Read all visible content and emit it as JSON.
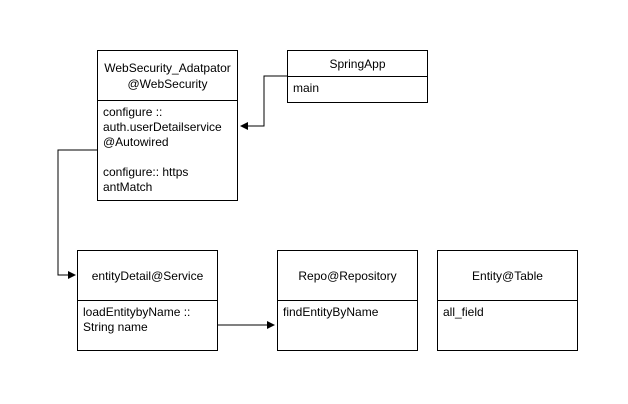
{
  "classes": {
    "websecurity": {
      "title": [
        "WebSecurity_Adatpator",
        "@WebSecurity"
      ],
      "body_block1": [
        "configure ::",
        "auth.userDetailservice",
        "@Autowired"
      ],
      "body_block2": [
        "configure:: https",
        "antMatch"
      ]
    },
    "springapp": {
      "title": [
        "SpringApp"
      ],
      "body": [
        "main"
      ]
    },
    "entitydetail": {
      "title": [
        "entityDetail@Service"
      ],
      "body": [
        "loadEntitybyName ::",
        "String name"
      ]
    },
    "repo": {
      "title": [
        "Repo@Repository"
      ],
      "body": [
        "findEntityByName"
      ]
    },
    "entity": {
      "title": [
        "Entity@Table"
      ],
      "body": [
        "all_field"
      ]
    }
  }
}
